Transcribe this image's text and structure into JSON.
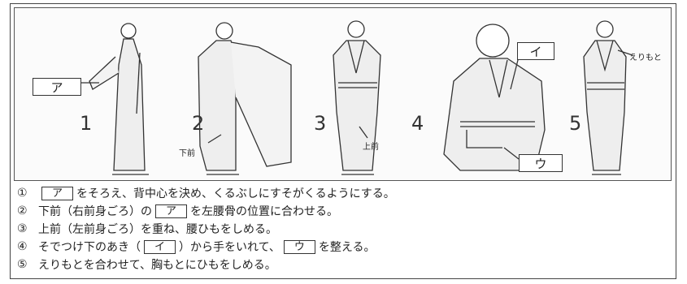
{
  "figure": {
    "figures": [
      {
        "number": "1"
      },
      {
        "number": "2",
        "label": "下前"
      },
      {
        "number": "3",
        "label": "上前"
      },
      {
        "number": "4"
      },
      {
        "number": "5",
        "label": "えりもと"
      }
    ],
    "boxes": {
      "a": "ア",
      "i": "イ",
      "u": "ウ"
    }
  },
  "steps": [
    {
      "mark": "①",
      "pre": "",
      "box": "ア",
      "post": "をそろえ、背中心を決め、くるぶしにすそがくるようにする。"
    },
    {
      "mark": "②",
      "pre": "下前（右前身ごろ）の",
      "box": "ア",
      "post": "を左腰骨の位置に合わせる。"
    },
    {
      "mark": "③",
      "pre": "上前（左前身ごろ）を重ね、腰ひもをしめる。",
      "box": "",
      "post": ""
    },
    {
      "mark": "④",
      "pre": "そでつけ下のあき（",
      "box": "イ",
      "mid": "）から手をいれて、",
      "box2": "ウ",
      "post": "を整える。"
    },
    {
      "mark": "⑤",
      "pre": "えりもとを合わせて、胸もとにひもをしめる。",
      "box": "",
      "post": ""
    }
  ]
}
